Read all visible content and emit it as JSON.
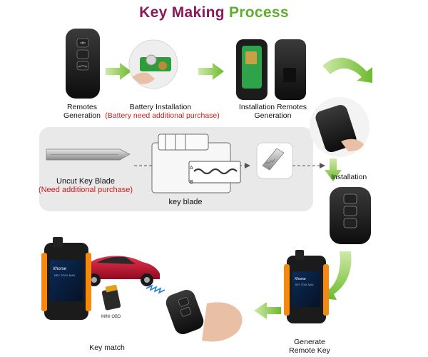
{
  "title": {
    "part1": "Key Making",
    "part2": "Process"
  },
  "steps": {
    "remotes_generation": "Remotes\nGeneration",
    "battery_installation": "Battery Installation",
    "battery_note": "(Battery need additional purchase)",
    "installation_remotes_generation": "Installation Remotes\nGeneration",
    "installation": "Installation",
    "uncut_key_blade": "Uncut Key  Blade",
    "blade_note": "(Need additional purchase)",
    "key_blade": "key blade",
    "generate_remote_key": "Generate\nRemote Key",
    "key_match": "Key match"
  },
  "device": {
    "brand": "Xhorse",
    "model": "KEY TOOL MAX",
    "adapter_label": "MINI OBD"
  },
  "machine_labels": {
    "a": "A",
    "b": "B"
  },
  "colors": {
    "title_primary": "#8b1a5a",
    "title_secondary": "#5fae2e",
    "arrow_green": "#7cc43a",
    "note_red": "#d11a1a",
    "device_orange": "#f28a12",
    "car_red": "#c8102e"
  }
}
